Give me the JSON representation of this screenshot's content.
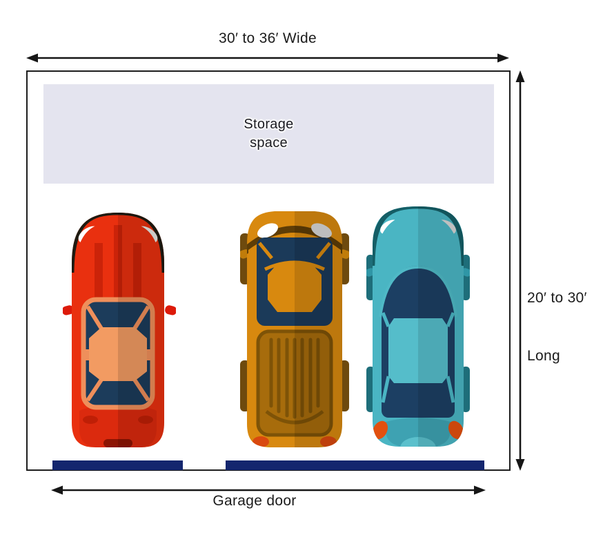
{
  "diagram": {
    "background": "#ffffff",
    "outline_color": "#1d1d1d",
    "width_dimension": {
      "label": "30′ to 36′ Wide"
    },
    "length_dimension": {
      "lines": [
        "20′ to 30′",
        "Long"
      ]
    },
    "storage": {
      "lines": [
        "Storage",
        "space"
      ],
      "bg_color": "#e4e4ef"
    },
    "door": {
      "label": "Garage door",
      "bar_color": "#14266e"
    },
    "cars": [
      {
        "name": "red-sports-car",
        "body_color": "#e9300f"
      },
      {
        "name": "orange-pickup-truck",
        "body_color": "#d8890f"
      },
      {
        "name": "teal-sedan",
        "body_color": "#4ab5c3"
      }
    ]
  }
}
